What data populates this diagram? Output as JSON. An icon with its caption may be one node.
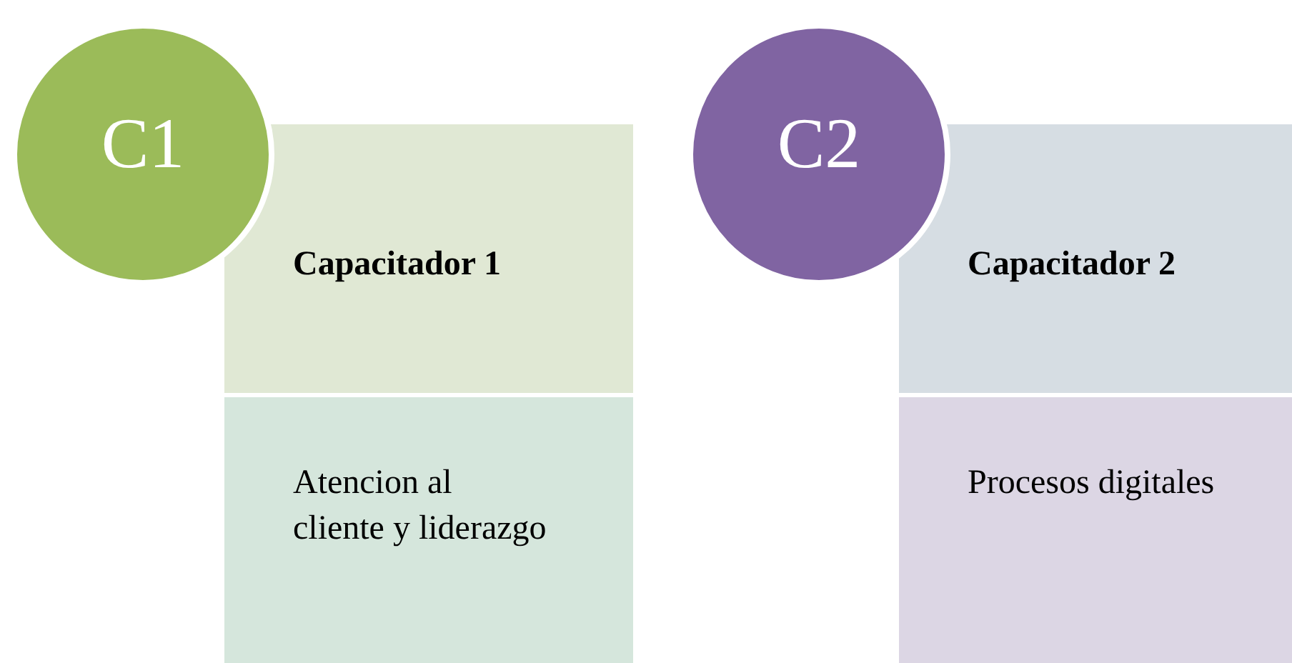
{
  "diagram": {
    "nodes": [
      {
        "text": [
          "C1"
        ]
      },
      {
        "text": [
          "Capacitador 1"
        ]
      },
      {
        "text": [
          "Atencion al cliente y liderazgo"
        ]
      },
      {
        "text": [
          "C2"
        ]
      },
      {
        "text": [
          "Capacitador 2"
        ]
      },
      {
        "text": [
          "Procesos digitales"
        ]
      }
    ]
  }
}
